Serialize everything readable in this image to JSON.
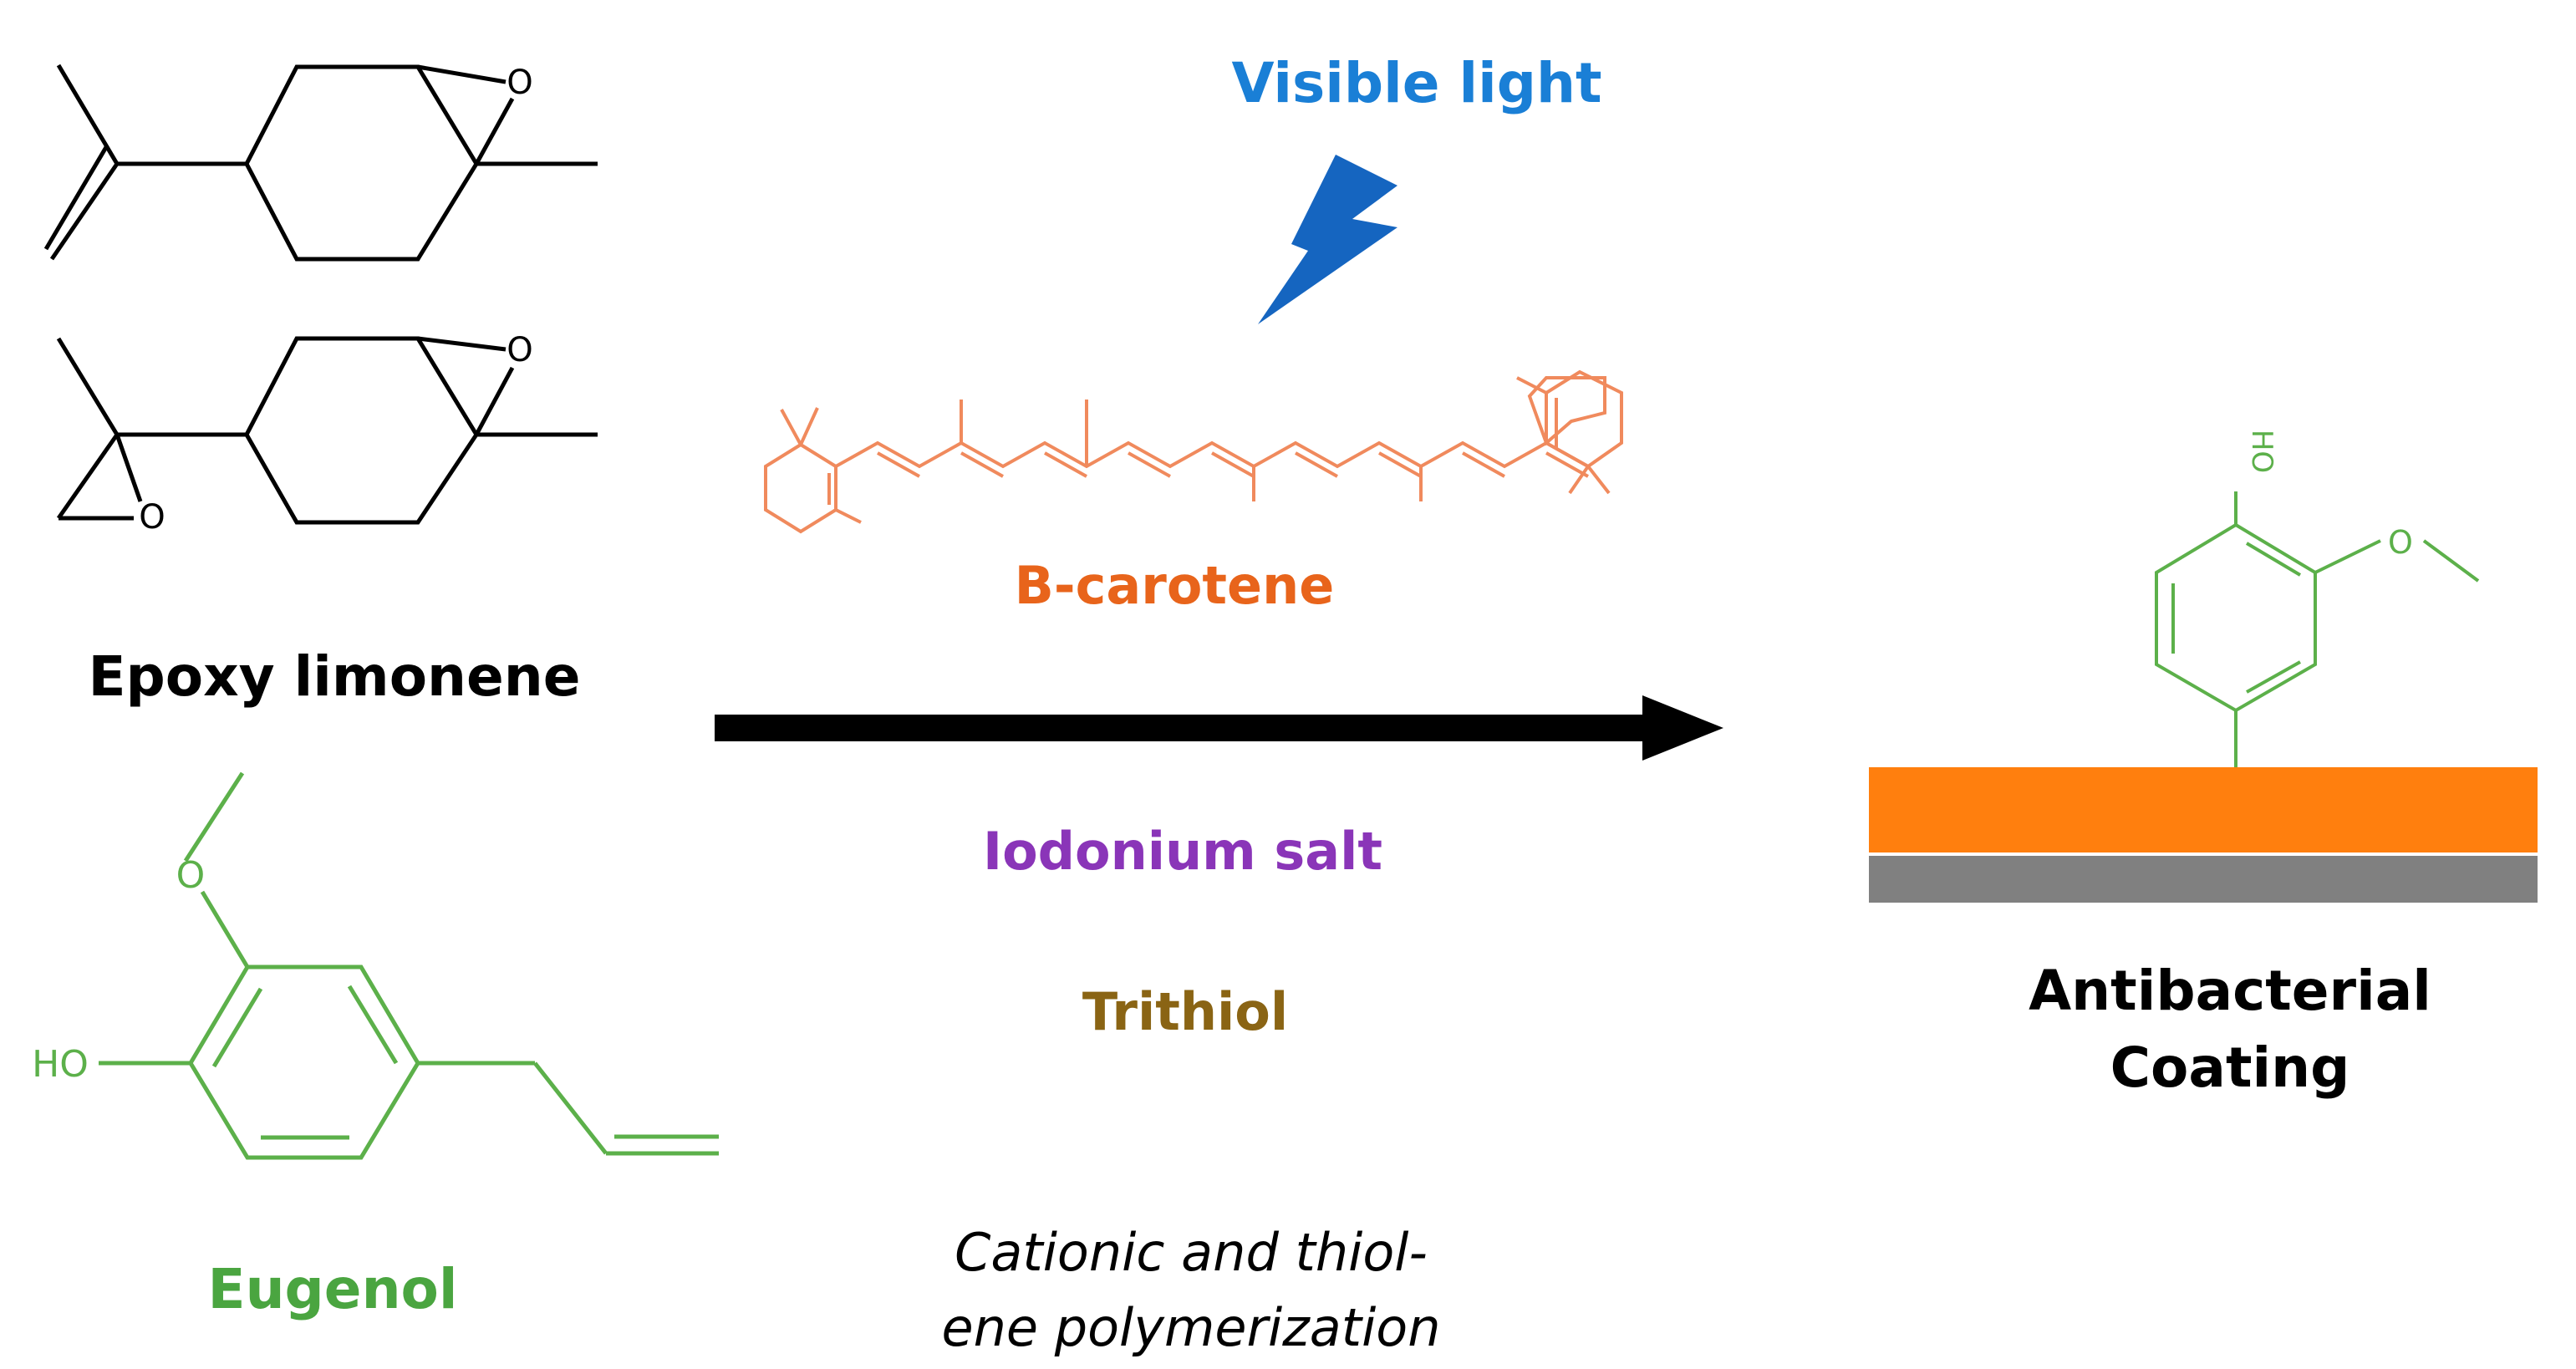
{
  "labels": {
    "epoxy_limonene": "Epoxy limonene",
    "eugenol": "Eugenol",
    "visible_light": "Visible light",
    "b_carotene": "B-carotene",
    "iodonium_salt": "Iodonium salt",
    "trithiol": "Trithiol",
    "polymerization_line1": "Cationic and thiol-",
    "polymerization_line2": "ene polymerization",
    "product_line1": "Antibacterial",
    "product_line2": "Coating"
  },
  "atoms": {
    "oxygen": "O",
    "hydroxyl_left": "HO",
    "hydroxyl_top": "HO"
  },
  "colors": {
    "black": "#000000",
    "blue": "#1a7fd6",
    "orange_text": "#e8641b",
    "orange_struct": "#f08a5d",
    "purple": "#8a35b8",
    "brown": "#8a6414",
    "green": "#4aa540",
    "green_struct": "#5cb04a",
    "bolt": "#1565c0",
    "coating": "#ff7f0e",
    "substrate": "#808080"
  }
}
